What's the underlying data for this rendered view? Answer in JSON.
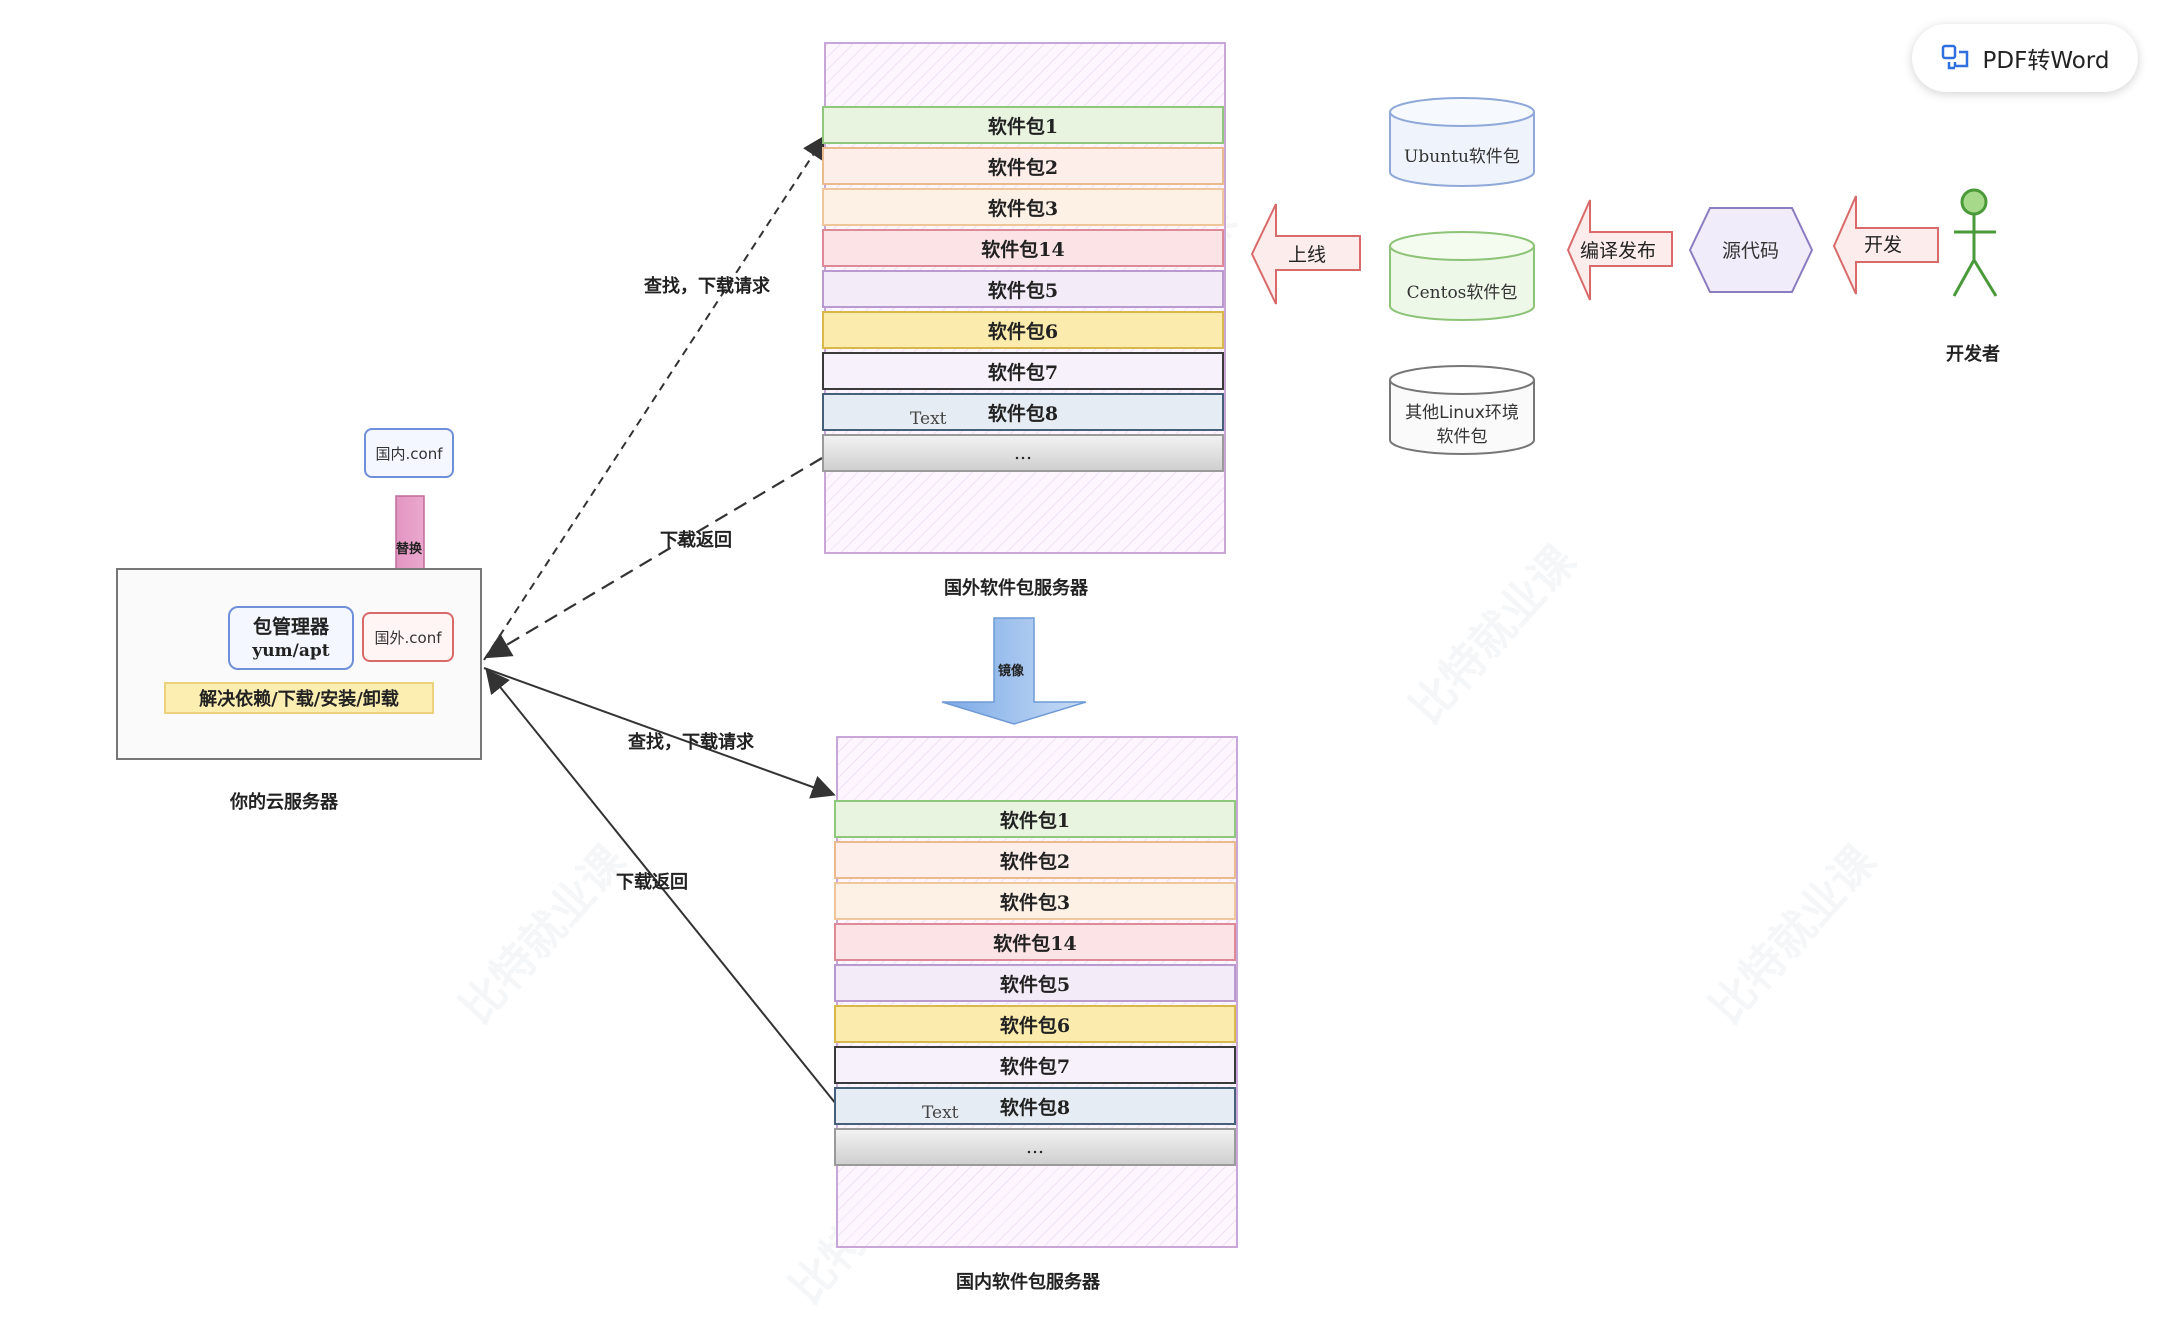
{
  "pdf_button": {
    "label": "PDF转Word"
  },
  "foreign_server": {
    "caption": "国外软件包服务器",
    "packages": [
      "软件包1",
      "软件包2",
      "软件包3",
      "软件包14",
      "软件包5",
      "软件包6",
      "软件包7",
      "软件包8"
    ],
    "ellipsis": "...",
    "text_tag": "Text"
  },
  "domestic_server": {
    "caption": "国内软件包服务器",
    "packages": [
      "软件包1",
      "软件包2",
      "软件包3",
      "软件包14",
      "软件包5",
      "软件包6",
      "软件包7",
      "软件包8"
    ],
    "ellipsis": "...",
    "text_tag": "Text"
  },
  "package_colors": [
    {
      "bg": "#e8f4df",
      "border": "#8fc87a"
    },
    {
      "bg": "#fdeeea",
      "border": "#eab98c"
    },
    {
      "bg": "#fdf1e6",
      "border": "#efc59a"
    },
    {
      "bg": "#fbe3e6",
      "border": "#dd8a96"
    },
    {
      "bg": "#f3ecf8",
      "border": "#b89ad0"
    },
    {
      "bg": "#fbecae",
      "border": "#d8b84a"
    },
    {
      "bg": "#f6f1fa",
      "border": "#3a3a3a"
    },
    {
      "bg": "#e6ecf3",
      "border": "#47607a"
    }
  ],
  "mirror_label": "镜像",
  "cloud": {
    "caption": "你的云服务器",
    "pkg_manager_title": "包管理器",
    "pkg_manager_sub": "yum/apt",
    "foreign_conf": "国外.conf",
    "domestic_conf": "国内.conf",
    "replace_label": "替换",
    "function_label": "解决依赖/下载/安装/卸载"
  },
  "edges": {
    "foreign_request": "查找，下载请求",
    "foreign_return": "下载返回",
    "domestic_request": "查找，下载请求",
    "domestic_return": "下载返回"
  },
  "repos": {
    "ubuntu": "Ubuntu软件包",
    "centos": "Centos软件包",
    "other_line1": "其他Linux环境",
    "other_line2": "软件包"
  },
  "pipeline": {
    "online": "上线",
    "compile_release": "编译发布",
    "source_code": "源代码",
    "develop": "开发",
    "developer": "开发者"
  }
}
